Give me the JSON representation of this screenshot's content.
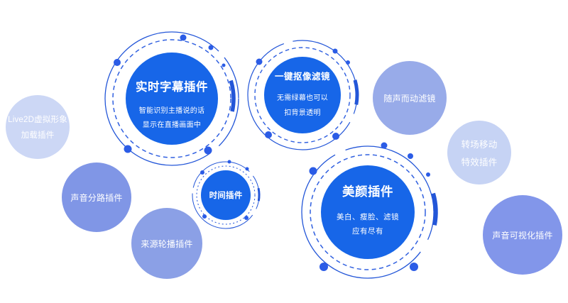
{
  "canvas": {
    "background": "#ffffff",
    "primary_blue": "#1766e8",
    "ring_color": "#2356d8",
    "dot_color": "#2b5ce6",
    "medium_blue": "#8096e6",
    "light_blue": "#ccd7f5"
  },
  "plugins": {
    "subtitle": {
      "title": "实时字幕插件",
      "line1": "智能识别主播说的话",
      "line2": "显示在直播画面中"
    },
    "keying": {
      "title": "一键抠像滤镜",
      "line1": "无需绿幕也可以",
      "line2": "扣背景透明"
    },
    "beauty": {
      "title": "美颜插件",
      "line1": "美白、瘦脸、滤镜",
      "line2": "应有尽有"
    },
    "time": {
      "title": "时间插件"
    },
    "live2d": {
      "line1": "Live2D虚拟形象",
      "line2": "加载插件"
    },
    "audio_split": {
      "title": "声音分路插件"
    },
    "source_carousel": {
      "title": "来源轮播插件"
    },
    "audio_reactive": {
      "title": "随声而动滤镜"
    },
    "transition": {
      "line1": "转场移动",
      "line2": "特效插件"
    },
    "audio_visual": {
      "title": "声音可视化插件"
    }
  }
}
